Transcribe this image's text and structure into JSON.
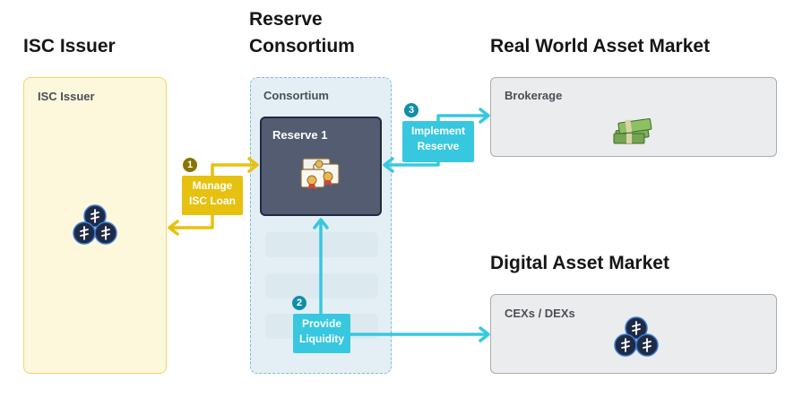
{
  "headings": {
    "issuer": "ISC Issuer",
    "reserve_line1": "Reserve",
    "reserve_line2": "Consortium",
    "rwa_market": "Real World Asset Market",
    "digital_market": "Digital Asset Market"
  },
  "panels": {
    "issuer": "ISC Issuer",
    "consortium": "Consortium",
    "reserve1": "Reserve 1",
    "brokerage": "Brokerage",
    "cex_dex": "CEXs / DEXs"
  },
  "steps": [
    {
      "number": "1",
      "line1": "Manage",
      "line2": "ISC Loan"
    },
    {
      "number": "2",
      "line1": "Provide",
      "line2": "Liquidity"
    },
    {
      "number": "3",
      "line1": "Implement",
      "line2": "Reserve"
    }
  ],
  "icons": {
    "issuer": "isc-coin-cluster-icon",
    "reserve1": "certificates-icon",
    "brokerage": "cash-stack-icon",
    "cex_dex": "isc-coin-cluster-icon"
  },
  "colors": {
    "loan_accent": "#e7c10f",
    "liquidity_accent": "#37c8e0",
    "reserve_box": "#535c70",
    "coin": "#1f2a44"
  }
}
